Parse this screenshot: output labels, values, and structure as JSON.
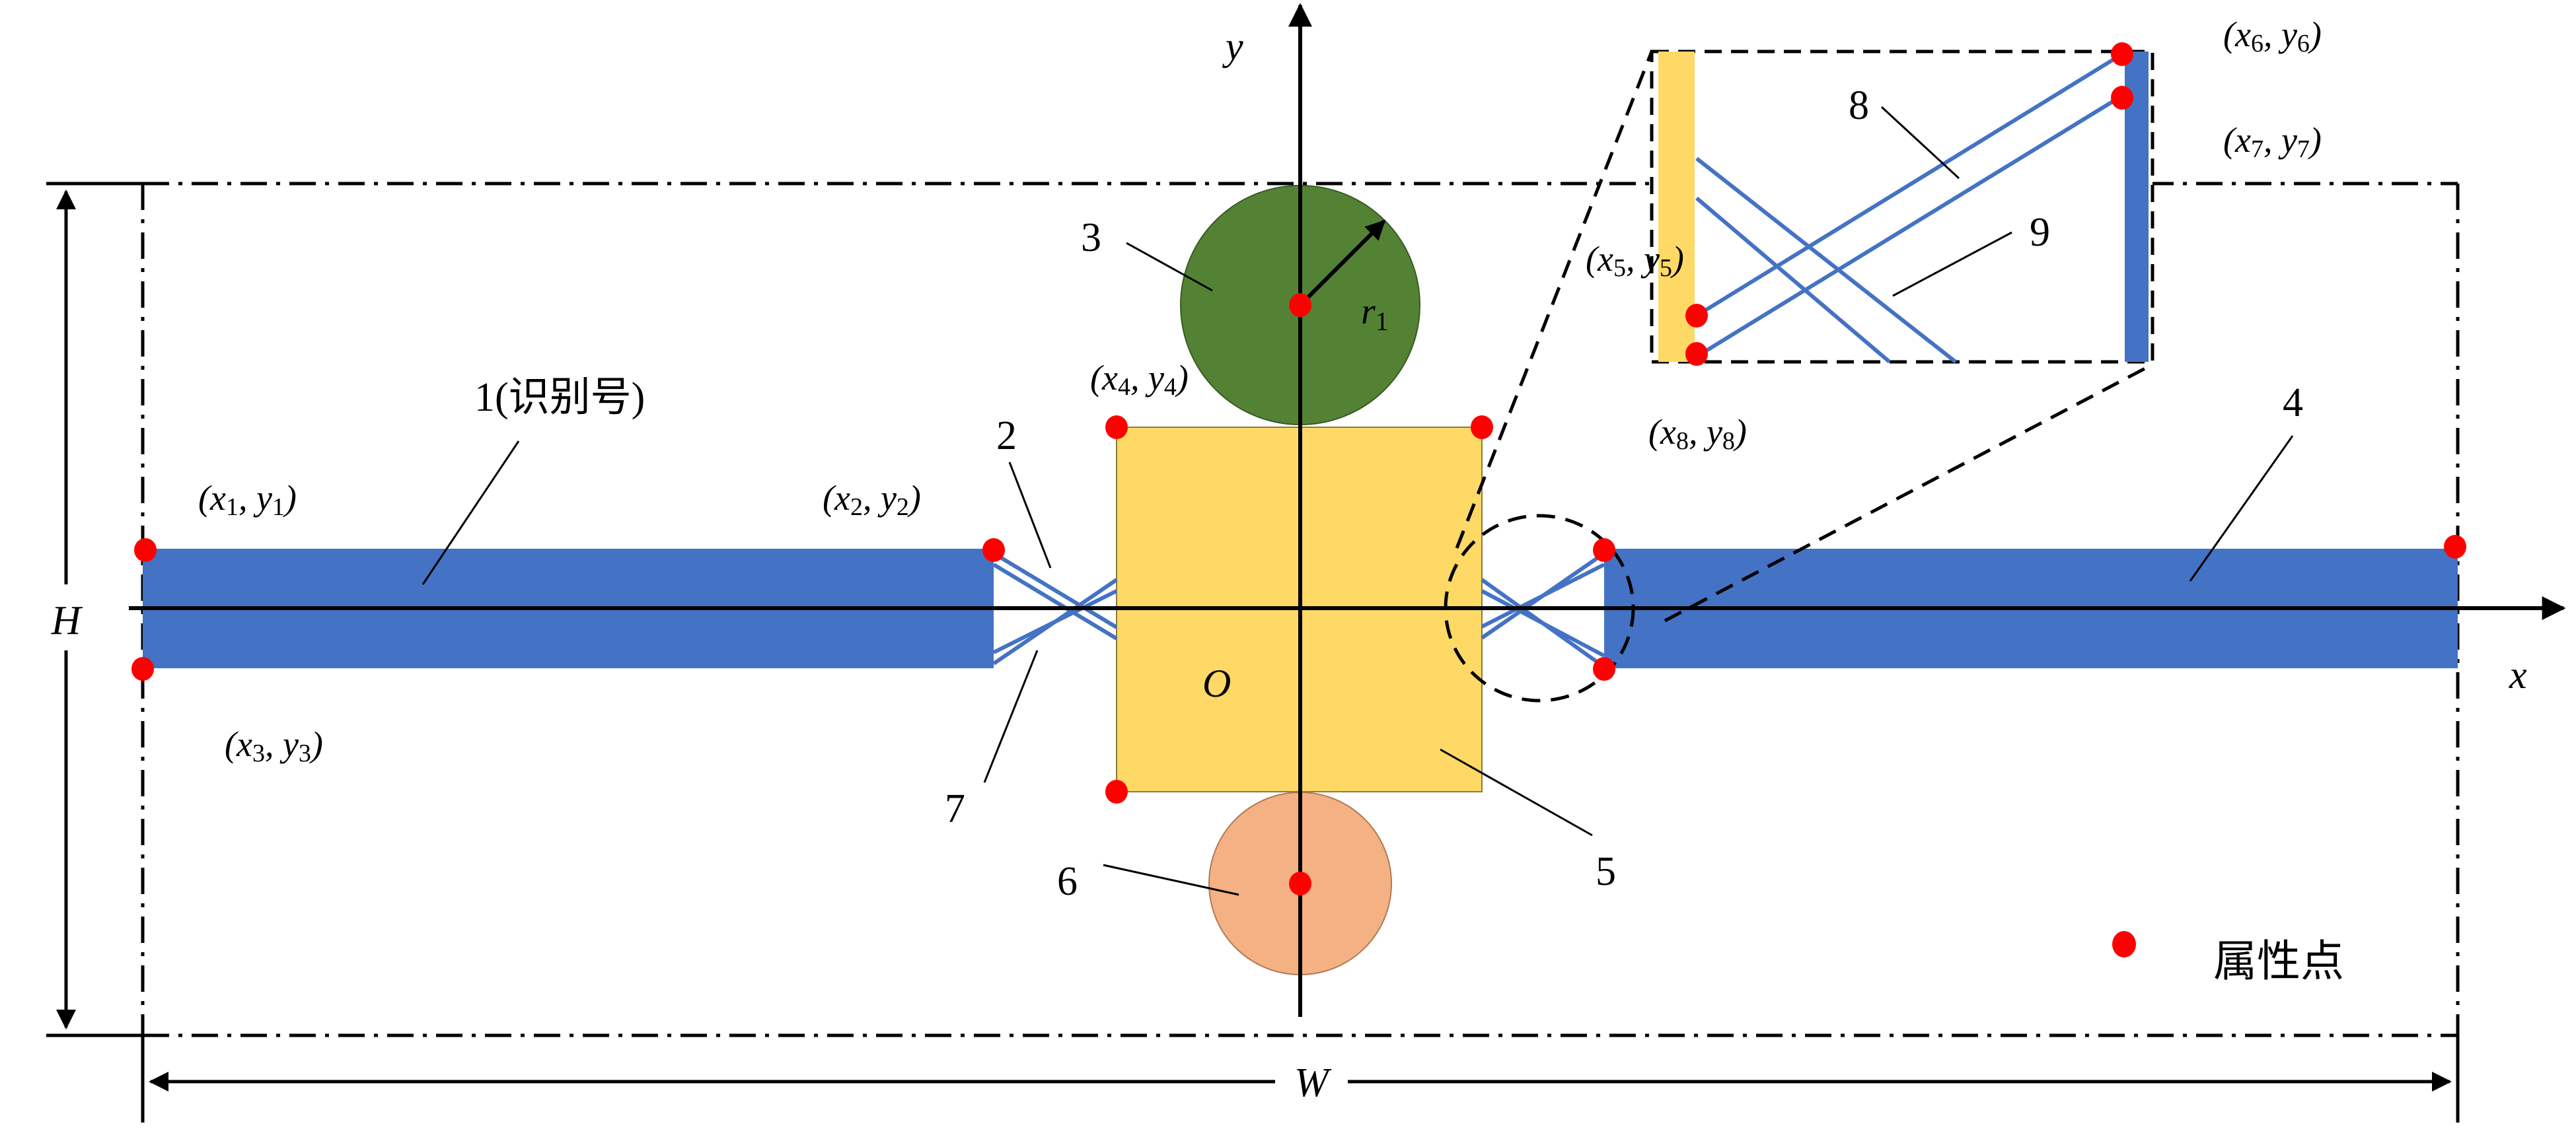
{
  "colors": {
    "beam": "#4472C4",
    "mass_block": "#FFD966",
    "top_circle": "#548235",
    "bottom_circle": "#F4B183",
    "attribute_point": "#FF0000",
    "brace_line": "#4472C4"
  },
  "axes": {
    "x_label": "x",
    "y_label": "y",
    "origin_label": "O"
  },
  "dimensions": {
    "height_label": "H",
    "width_label": "W",
    "radius_label": "r",
    "radius_sub": "1"
  },
  "components": [
    {
      "id": "1",
      "label": "1(识别号)",
      "name": "left-beam"
    },
    {
      "id": "2",
      "label": "2",
      "name": "left-brace-upper"
    },
    {
      "id": "3",
      "label": "3",
      "name": "top-circle"
    },
    {
      "id": "4",
      "label": "4",
      "name": "right-beam"
    },
    {
      "id": "5",
      "label": "5",
      "name": "central-block"
    },
    {
      "id": "6",
      "label": "6",
      "name": "bottom-circle"
    },
    {
      "id": "7",
      "label": "7",
      "name": "left-brace-lower"
    },
    {
      "id": "8",
      "label": "8",
      "name": "inset-brace-a"
    },
    {
      "id": "9",
      "label": "9",
      "name": "inset-brace-b"
    }
  ],
  "points": [
    {
      "var": "x",
      "sub": "1",
      "var2": "y"
    },
    {
      "var": "x",
      "sub": "2",
      "var2": "y"
    },
    {
      "var": "x",
      "sub": "3",
      "var2": "y"
    },
    {
      "var": "x",
      "sub": "4",
      "var2": "y"
    },
    {
      "var": "x",
      "sub": "5",
      "var2": "y"
    },
    {
      "var": "x",
      "sub": "6",
      "var2": "y"
    },
    {
      "var": "x",
      "sub": "7",
      "var2": "y"
    },
    {
      "var": "x",
      "sub": "8",
      "var2": "y"
    }
  ],
  "legend": {
    "label": "属性点"
  }
}
